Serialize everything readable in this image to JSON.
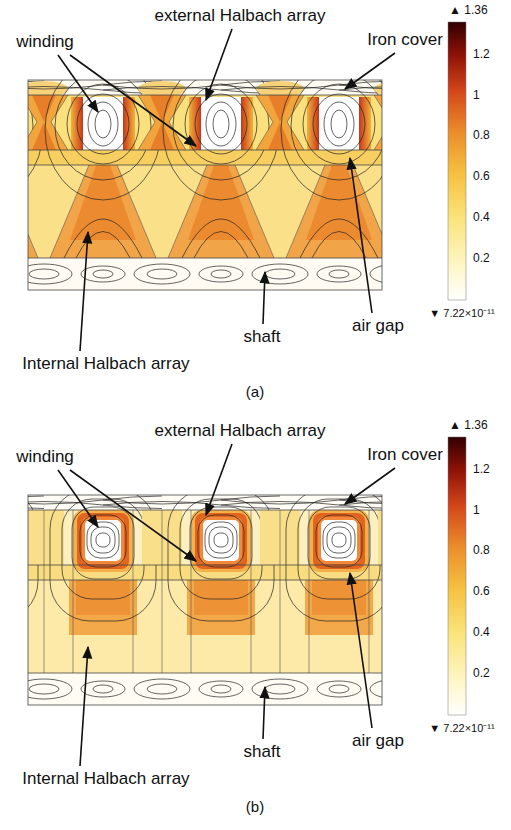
{
  "diagram": {
    "labels": [
      "▲ 1.36",
      "external Halbach array",
      "winding",
      "Iron cover",
      "1.2",
      "1",
      "0.8",
      "0.6",
      "0.4",
      "0.2",
      "▼ 7.22×10⁻¹¹",
      "air gap",
      "shaft",
      "Internal Halbach array",
      "(a)",
      "▲ 1.36",
      "external Halbach array",
      "winding",
      "Iron cover",
      "1.2",
      "1",
      "0.8",
      "0.6",
      "0.4",
      "0.2",
      "▼ 7.22×10⁻¹¹",
      "air gap",
      "shaft",
      "Internal Halbach array",
      "(b)"
    ]
  }
}
